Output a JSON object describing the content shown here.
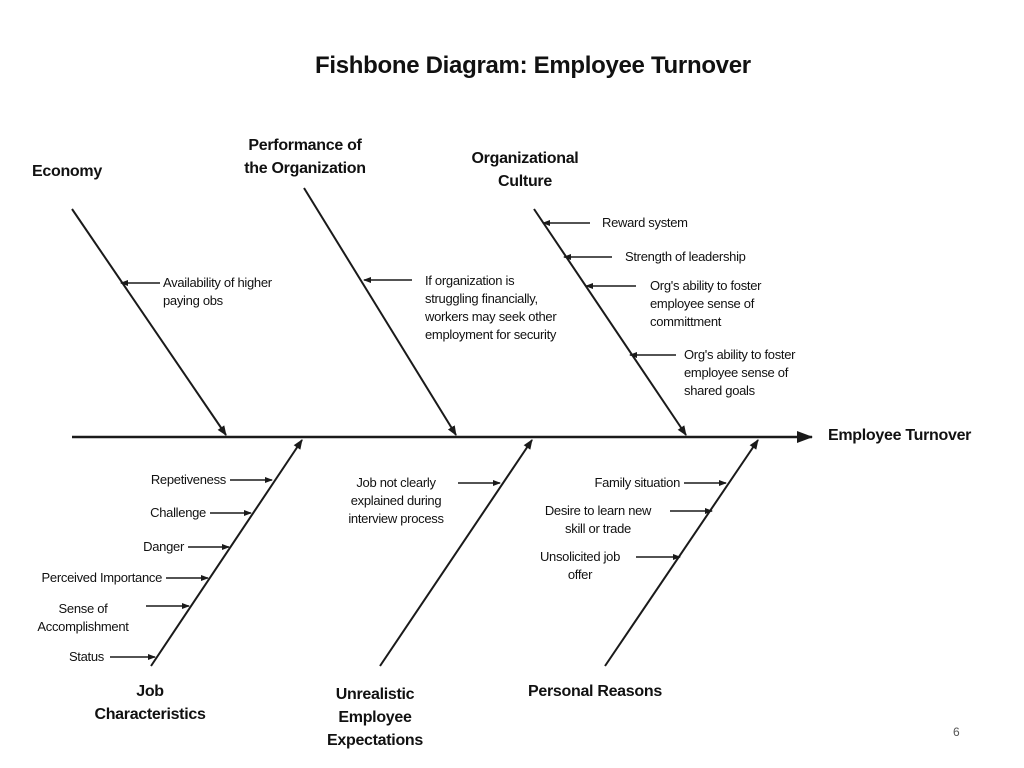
{
  "title": "Fishbone Diagram:  Employee Turnover",
  "effect": "Employee Turnover",
  "page_number": "6",
  "categories": {
    "economy": "Economy",
    "performance": [
      "Performance of",
      "the Organization"
    ],
    "culture": [
      "Organizational",
      "Culture"
    ],
    "job": [
      "Job",
      "Characteristics"
    ],
    "unrealistic": [
      "Unrealistic",
      "Employee",
      "Expectations"
    ],
    "personal": "Personal Reasons"
  },
  "causes": {
    "economy": [
      [
        "Availability of higher",
        "paying obs"
      ]
    ],
    "performance": [
      [
        "If organization is",
        "struggling financially,",
        "workers may seek other",
        "employment for security"
      ]
    ],
    "culture": [
      "Reward system",
      "Strength of leadership",
      [
        "Org's ability to foster",
        "employee sense of",
        "committment"
      ],
      [
        "Org's ability to foster",
        "employee sense of",
        "shared goals"
      ]
    ],
    "job": [
      "Repetiveness",
      "Challenge",
      "Danger",
      "Perceived Importance",
      [
        "Sense of",
        "Accomplishment"
      ],
      "Status"
    ],
    "unrealistic": [
      [
        "Job not clearly",
        "explained during",
        "interview process"
      ]
    ],
    "personal": [
      "Family situation",
      [
        "Desire to learn new",
        "skill or trade"
      ],
      [
        "Unsolicited job",
        "offer"
      ]
    ]
  }
}
